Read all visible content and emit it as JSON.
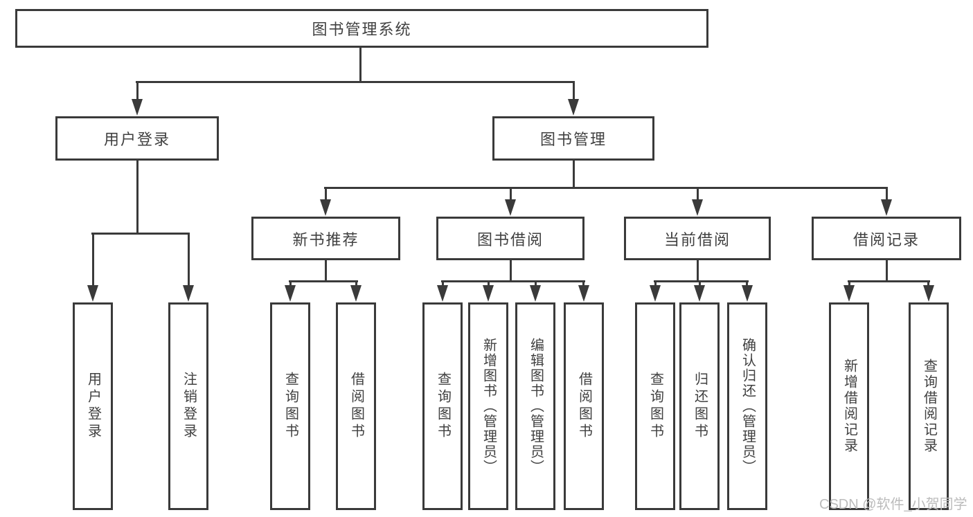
{
  "diagram": {
    "root": {
      "label": "图书管理系统"
    },
    "level2": [
      {
        "label": "用户登录"
      },
      {
        "label": "图书管理"
      }
    ],
    "level3": [
      {
        "label": "新书推荐"
      },
      {
        "label": "图书借阅"
      },
      {
        "label": "当前借阅"
      },
      {
        "label": "借阅记录"
      }
    ],
    "leaves": {
      "user_login": [
        {
          "label": "用户登录"
        },
        {
          "label": "注销登录"
        }
      ],
      "new_book": [
        {
          "label": "查询图书"
        },
        {
          "label": "借阅图书"
        }
      ],
      "book_borrow": [
        {
          "label": "查询图书"
        },
        {
          "label": "新增图书（管理员）"
        },
        {
          "label": "编辑图书（管理员）"
        },
        {
          "label": "借阅图书"
        }
      ],
      "current_borrow": [
        {
          "label": "查询图书"
        },
        {
          "label": "归还图书"
        },
        {
          "label": "确认归还（管理员）"
        }
      ],
      "borrow_record": [
        {
          "label": "新增借阅记录"
        },
        {
          "label": "查询借阅记录"
        }
      ]
    },
    "watermark": "CSDN @软件_小贺同学",
    "colors": {
      "line": "#3a3a3a",
      "text": "#404040",
      "watermark": "#bcbcbc",
      "background": "#ffffff"
    }
  }
}
